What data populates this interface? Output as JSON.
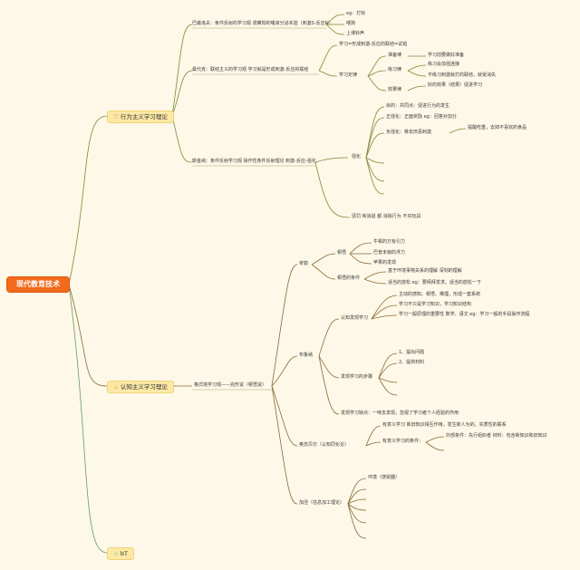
{
  "root": "现代教育技术",
  "branches": [
    {
      "label": "行为主义学习理论",
      "icon": "heart-icon",
      "icon_glyph": "♡",
      "icon_color": "#c0392b"
    },
    {
      "label": "认知主义学习理论",
      "icon": "fire-icon",
      "icon_glyph": "🔥",
      "icon_color": "#e67e22"
    },
    {
      "label": "bT",
      "icon": "star-icon",
      "icon_glyph": "☆",
      "icon_color": "#27ae60"
    }
  ],
  "nodes": {
    "pavlov": "巴甫洛夫：条件反射的学习观 观察狗的唾液分泌实验（刺激S-反应R）",
    "pavlov_1": "eg：打铃",
    "pavlov_2": "喂狗",
    "pavlov_3": "上课铃声",
    "thorndike": "桑代克：联结主义的学习观 学习就是形成刺激-反应的联结",
    "th_1": "学习=形成刺激-反应的联结=试错",
    "th_law": "学习定律",
    "th_ready": "准备律",
    "th_ready_1": "学习前要做好准备",
    "th_practice": "练习律",
    "th_practice_1": "练习会加强连接",
    "th_practice_2": "不练习刺激就打的联结，就受消失",
    "th_effect": "效果律",
    "th_effect_1": "好的效果（结果）促进学习",
    "skinner": "斯金纳：条件反射学习观 操作性条件反射理论 刺激-反应-强化",
    "sk_strengthen": "强化",
    "sk_goal": "目的：共同点：促进行为的发生",
    "sk_pos": "正强化：正面奖励 eg：回答对加分",
    "sk_neg": "负强化：移去厌恶刺激",
    "sk_neg_1": "提醒吃重，去掉不喜欢的食品",
    "sk_punish": "惩罚 和消退 都 消除行为 不买玩具",
    "bruner_label": "布鲁纳",
    "ausubel": "奥苏贝尔（认知同化论）",
    "gagne": "加涅（信息加工理论）",
    "gestalt": "格式塔学习观——完形说（顿悟说）",
    "insight_main": "顿悟",
    "insight_root": "苛勒",
    "ins_1": "牛顿的万有引力",
    "ins_2": "巴普未锁的浮力",
    "ins_3": "苹果的发现",
    "ins_cond": "顿悟的条件",
    "ins_cond_1": "基于环境事物关系的理解 深刻的理解",
    "ins_cond_2": "适当的放松 eg：要拜拜发求。适当的放松一下",
    "discover": "认知发现学习",
    "dis_1": "主动的感知、顿悟、推理，形成一套系统",
    "dis_2": "学习不只是学习知识，学习知识结构",
    "dis_3": "学习一般原理的重要性 数学、语文 eg：学习一般的手段操作流程",
    "steps": "发现学习的步骤",
    "steps_1": "1、提出问题",
    "steps_2": "2、提供材料",
    "dis_flaw": "发现学习缺点：一味去发现，忽视了学习者个人经验的作用",
    "aus_1": "有意义学习 新旧知识相互作用，发生新人为的，实质性的联系",
    "aus_cond": "有意义学习的条件：",
    "aus_cond_1": "外部条件：先行组织者 材料：包含新知识和旧知识",
    "gagne_1": "环境（感受器）"
  }
}
